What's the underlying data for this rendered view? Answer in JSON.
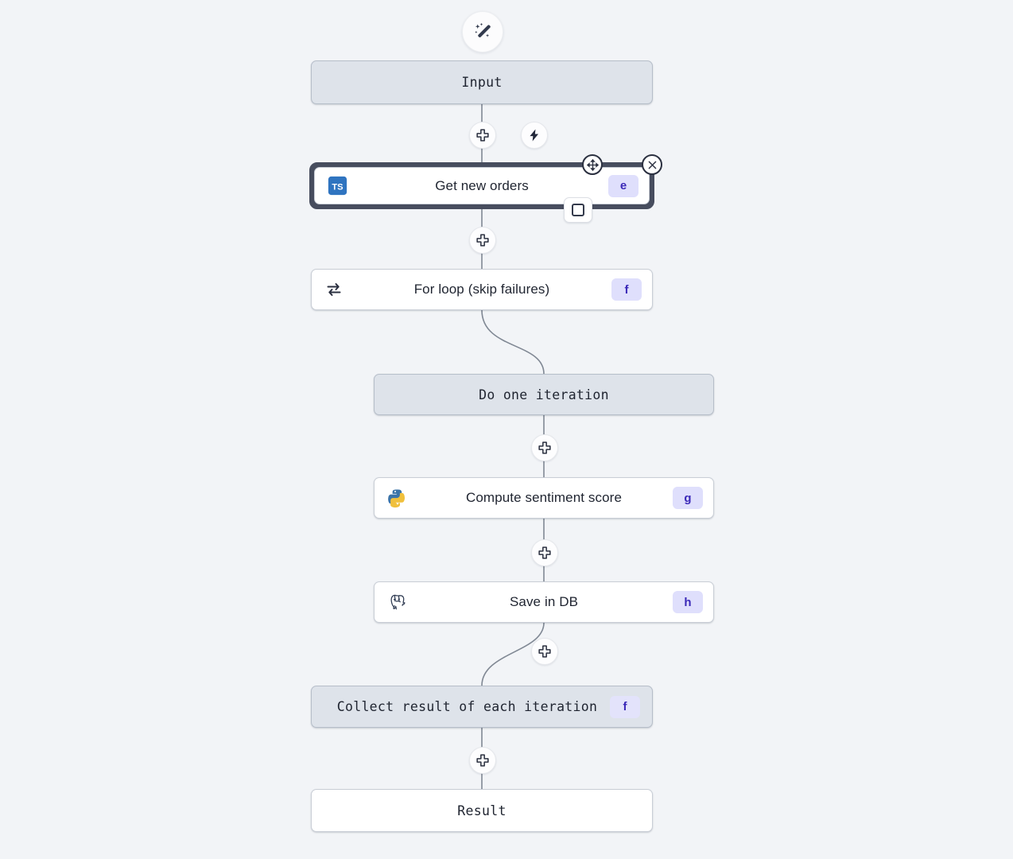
{
  "canvas": {
    "background": "#f2f4f7",
    "accent_badge_bg": "#dfdffc",
    "accent_badge_fg": "#3b29b8",
    "gray_node_bg": "#dee3ea",
    "selection_border": "#474d5e"
  },
  "toolbar": {
    "ai_assistant_icon": "magic-wand-icon"
  },
  "nodes": [
    {
      "id": "input",
      "label": "Input",
      "style": "gray",
      "font": "mono",
      "icon": null,
      "badge": null
    },
    {
      "id": "get-new-orders",
      "label": "Get new orders",
      "style": "white",
      "font": "sans",
      "icon": "typescript-icon",
      "badge": "e",
      "selected": true
    },
    {
      "id": "for-loop",
      "label": "For loop (skip failures)",
      "style": "white",
      "font": "sans",
      "icon": "loop-icon",
      "badge": "f"
    },
    {
      "id": "do-one-iteration",
      "label": "Do one iteration",
      "style": "gray",
      "font": "mono",
      "icon": null,
      "badge": null
    },
    {
      "id": "compute-sentiment-score",
      "label": "Compute sentiment score",
      "style": "white",
      "font": "sans",
      "icon": "python-icon",
      "badge": "g"
    },
    {
      "id": "save-in-db",
      "label": "Save in DB",
      "style": "white",
      "font": "sans",
      "icon": "postgresql-icon",
      "badge": "h"
    },
    {
      "id": "collect-result",
      "label": "Collect result of each iteration",
      "style": "gray",
      "font": "mono",
      "icon": null,
      "badge": "f"
    },
    {
      "id": "result",
      "label": "Result",
      "style": "white",
      "font": "mono",
      "icon": null,
      "badge": null
    }
  ],
  "controls": {
    "add_step_icon": "plus-icon",
    "trigger_icon": "lightning-bolt-icon",
    "move_icon": "move-arrows-icon",
    "close_icon": "close-x-icon",
    "branch_icon": "square-handle-icon"
  }
}
